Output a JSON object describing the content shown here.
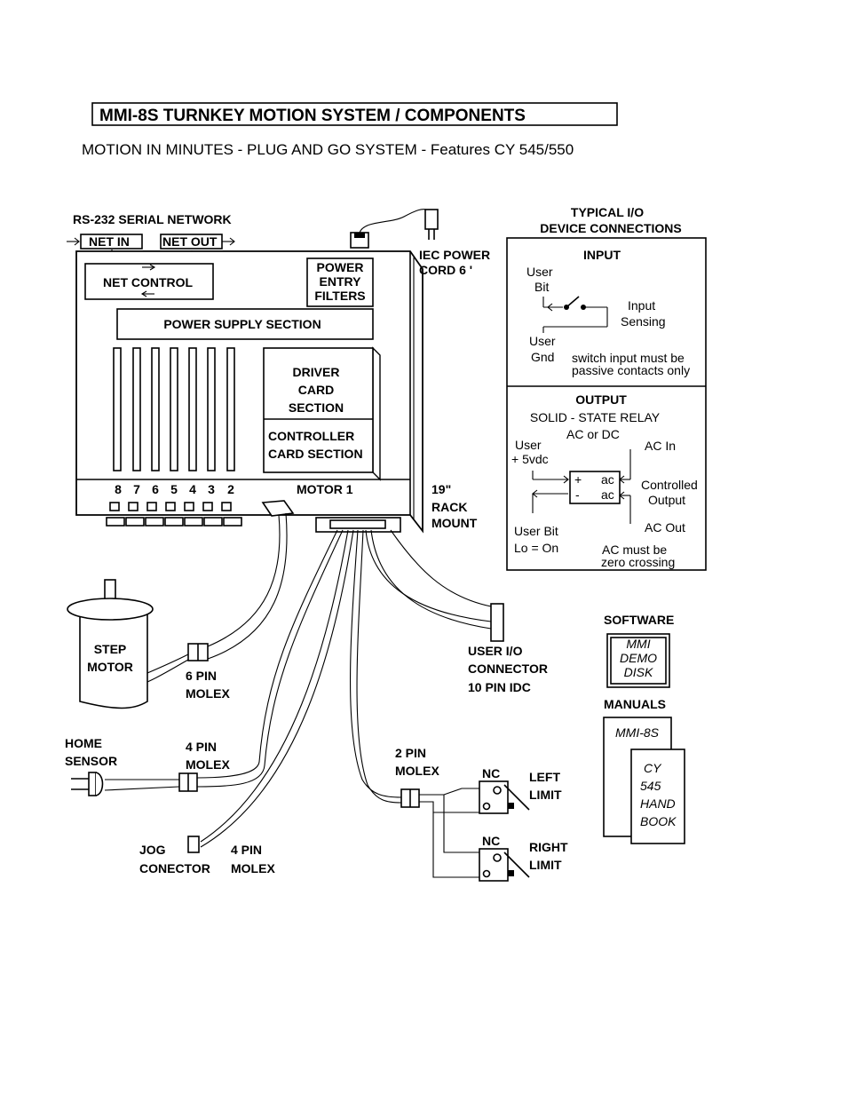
{
  "header": {
    "title": "MMI-8S TURNKEY MOTION SYSTEM / COMPONENTS",
    "subtitle": "MOTION IN MINUTES - PLUG AND GO SYSTEM - Features CY 545/550"
  },
  "network": {
    "heading": "RS-232 SERIAL NETWORK",
    "net_in": "NET IN",
    "net_out": "NET OUT",
    "net_control": "NET CONTROL"
  },
  "chassis": {
    "power_entry": [
      "POWER",
      "ENTRY",
      "FILTERS"
    ],
    "power_supply": "POWER SUPPLY SECTION",
    "driver_card": [
      "DRIVER",
      "CARD",
      "SECTION"
    ],
    "controller_card": [
      "CONTROLLER",
      "CARD SECTION"
    ],
    "slot_numbers": [
      "8",
      "7",
      "6",
      "5",
      "4",
      "3",
      "2"
    ],
    "motor1": "MOTOR 1",
    "rack_mount": [
      "19\"",
      "RACK",
      "MOUNT"
    ],
    "iec_power": [
      "IEC POWER",
      "CORD  6 '"
    ]
  },
  "io_panel": {
    "heading": [
      "TYPICAL I/O",
      "DEVICE CONNECTIONS"
    ],
    "input_title": "INPUT",
    "user_bit": [
      "User",
      "Bit"
    ],
    "input_sensing": [
      "Input",
      "Sensing"
    ],
    "user_gnd": [
      "User",
      "Gnd"
    ],
    "switch_note": [
      "switch input must be",
      "passive  contacts only"
    ],
    "output_title": "OUTPUT",
    "ssr": "SOLID - STATE RELAY",
    "ac_or_dc": "AC or DC",
    "user_5vdc": [
      "User",
      "+ 5vdc"
    ],
    "ac_in": "AC In",
    "controlled_output": [
      "Controlled",
      "Output"
    ],
    "ac_out": "AC Out",
    "user_bit_lo": [
      "User Bit",
      "Lo = On"
    ],
    "ac_note": [
      "AC  must be",
      "zero crossing"
    ],
    "relay_pins": [
      "+",
      "-",
      "ac",
      "ac"
    ]
  },
  "components": {
    "step_motor": [
      "STEP",
      "MOTOR"
    ],
    "six_pin": [
      "6 PIN",
      "MOLEX"
    ],
    "home_sensor": [
      "HOME",
      "SENSOR"
    ],
    "four_pin_home": [
      "4 PIN",
      "MOLEX"
    ],
    "jog": [
      "JOG",
      "CONECTOR"
    ],
    "four_pin_jog": [
      "4 PIN",
      "MOLEX"
    ],
    "two_pin": [
      "2 PIN",
      "MOLEX"
    ],
    "user_io": [
      "USER I/O",
      "CONNECTOR",
      "10 PIN IDC"
    ],
    "nc_left": "NC",
    "left_limit": [
      "LEFT",
      "LIMIT"
    ],
    "nc_right": "NC",
    "right_limit": [
      "RIGHT",
      "LIMIT"
    ]
  },
  "software": {
    "heading": "SOFTWARE",
    "disk": [
      "MMI",
      "DEMO",
      "DISK"
    ]
  },
  "manuals": {
    "heading": "MANUALS",
    "book1": "MMI-8S",
    "book2": [
      "CY",
      "545",
      "HAND",
      "BOOK"
    ]
  }
}
